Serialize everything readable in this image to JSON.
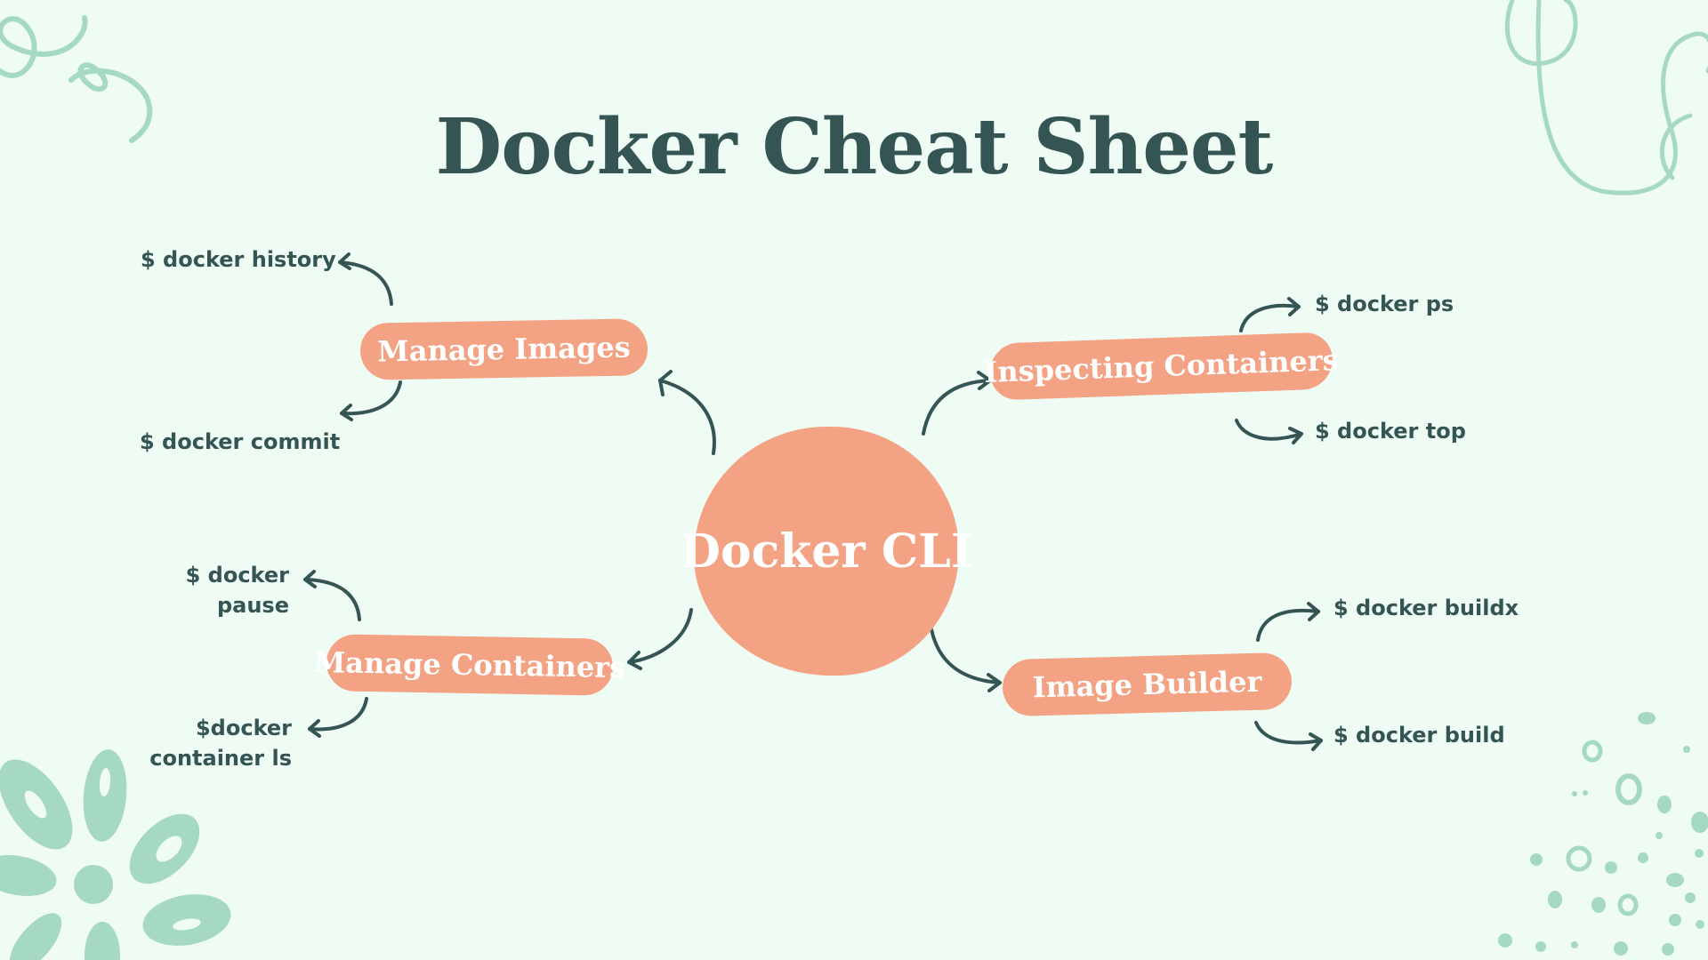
{
  "title": "Docker Cheat Sheet",
  "center": "Docker CLI",
  "branches": {
    "manage_images": {
      "label": "Manage Images",
      "commands": [
        "$ docker  history",
        "$ docker commit"
      ]
    },
    "manage_containers": {
      "label": "Manage Containers",
      "commands": [
        [
          "$ docker",
          "pause"
        ],
        [
          "$docker",
          "container ls"
        ]
      ]
    },
    "inspecting_containers": {
      "label": "Inspecting Containers",
      "commands": [
        "$ docker ps",
        "$ docker top"
      ]
    },
    "image_builder": {
      "label": "Image Builder",
      "commands": [
        "$ docker buildx",
        "$ docker build"
      ]
    }
  },
  "colors": {
    "background": "#effcf4",
    "node_fill": "#f4a284",
    "text_dark": "#355555",
    "decor": "#a6d9c2"
  }
}
